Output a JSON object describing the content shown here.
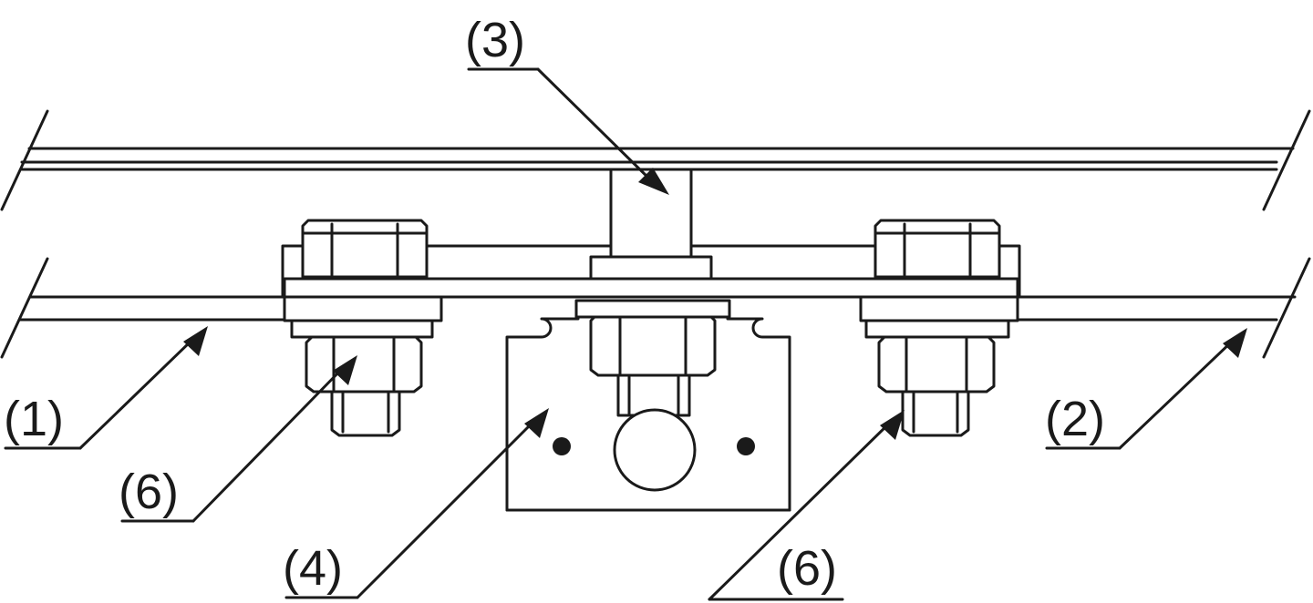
{
  "labels": {
    "rail_1": "(1)",
    "rail_2": "(2)",
    "pin": "(3)",
    "bracket": "(4)",
    "nut_left": "(6)",
    "nut_right": "(6)"
  },
  "colors": {
    "line": "#1a1a1a",
    "background": "#ffffff"
  }
}
